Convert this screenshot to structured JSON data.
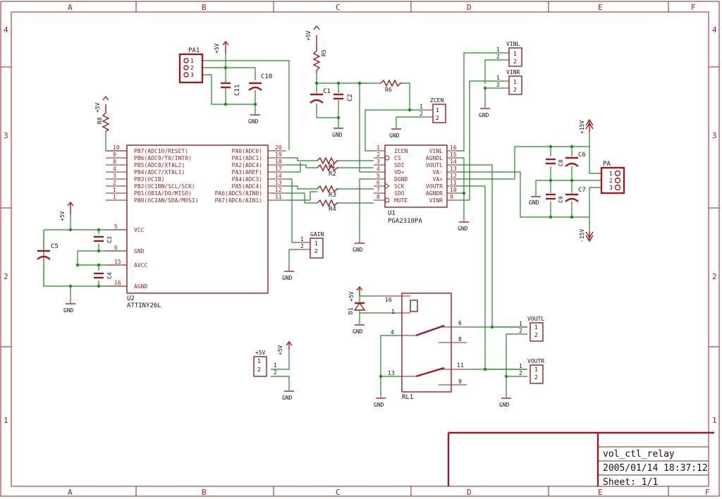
{
  "frame": {
    "cols": [
      "A",
      "B",
      "C",
      "D",
      "E",
      "F"
    ],
    "rows": [
      "4",
      "3",
      "2",
      "1"
    ]
  },
  "title_block": {
    "name": "vol_ctl_relay",
    "date": "2005/01/14 18:37:12",
    "sheet": "Sheet: 1/1"
  },
  "u2": {
    "name": "U2",
    "value": "ATTINY26L",
    "left_pins": [
      {
        "num": "10",
        "label": "PB7(ADC10/RESET)"
      },
      {
        "num": "9",
        "label": "PB6(ADC9/T0/INT0)"
      },
      {
        "num": "8",
        "label": "PB5(ADC8/XTAL2)"
      },
      {
        "num": "4",
        "label": "PB4(ADC7/XTAL1)"
      },
      {
        "num": "3",
        "label": "PB3(OC1B)"
      },
      {
        "num": "2",
        "label": "PB2(OC1BN/SCL/SCK)"
      },
      {
        "num": "1",
        "label": "PB1(OB1A/DO/MISO)"
      },
      {
        "num": "1",
        "label": "PB0(OC1AN/SDA/MOSI)"
      }
    ],
    "right_pins": [
      {
        "num": "20",
        "label": "PA0(ADC0)"
      },
      {
        "num": "19",
        "label": "PA1(ADC1)"
      },
      {
        "num": "18",
        "label": "PA2(ADC4)"
      },
      {
        "num": "17",
        "label": "PA3(AREF)"
      },
      {
        "num": "14",
        "label": "PA4(ADC3)"
      },
      {
        "num": "13",
        "label": "PA5(ADC4)"
      },
      {
        "num": "12",
        "label": "PA6(ADC5/AIN0)"
      },
      {
        "num": "11",
        "label": "PA7(ADC6/AIN1)"
      }
    ],
    "power_pins": [
      {
        "num": "5",
        "label": "VCC"
      },
      {
        "num": "6",
        "label": "GND"
      },
      {
        "num": "15",
        "label": "AVCC"
      },
      {
        "num": "16",
        "label": "AGND"
      }
    ]
  },
  "u1": {
    "name": "U1",
    "value": "PGA2310PA",
    "left_pins": [
      {
        "num": "1",
        "label": "ZCEN"
      },
      {
        "num": "2",
        "label": "CS"
      },
      {
        "num": "3",
        "label": "SDI"
      },
      {
        "num": "4",
        "label": "VD+"
      },
      {
        "num": "5",
        "label": "DGND"
      },
      {
        "num": "6",
        "label": "SCK"
      },
      {
        "num": "7",
        "label": "SDO"
      },
      {
        "num": "8",
        "label": "MUTE"
      }
    ],
    "right_pins": [
      {
        "num": "16",
        "label": "VINL"
      },
      {
        "num": "15",
        "label": "AGNDL"
      },
      {
        "num": "14",
        "label": "VOUTL"
      },
      {
        "num": "13",
        "label": "VA-"
      },
      {
        "num": "12",
        "label": "VA+"
      },
      {
        "num": "11",
        "label": "VOUTR"
      },
      {
        "num": "10",
        "label": "AGNDR"
      },
      {
        "num": "9",
        "label": "VINR"
      }
    ]
  },
  "labels": {
    "pa1": "PA1",
    "p5v": "+5V",
    "c10": "C10",
    "c11": "C11",
    "gnd": "GND",
    "r5": "R5",
    "c1": "C1",
    "c2": "C2",
    "r6": "R6",
    "zcen": "ZCEN",
    "vinl": "VINL",
    "vinr": "VINR",
    "r8": "R8",
    "r1": "R1",
    "r2": "R2",
    "r3": "R3",
    "r4": "R4",
    "p15v": "+15V",
    "m15v": "-15V",
    "c6": "C6",
    "c7": "C7",
    "c8": "C8",
    "c9": "C9",
    "pa": "PA",
    "c5": "C5",
    "c3": "C3",
    "c4": "C4",
    "gain": "GAIN",
    "d1": "D1",
    "rl1": "RL1",
    "voutl": "VOUTL",
    "voutr": "VOUTR",
    "p5vhdr": "+5V",
    "n1": "1",
    "n2": "2",
    "n3": "3",
    "n4": "4",
    "n6": "6",
    "n8": "8",
    "n9": "9",
    "n11": "11",
    "n13": "13",
    "n16": "16"
  }
}
